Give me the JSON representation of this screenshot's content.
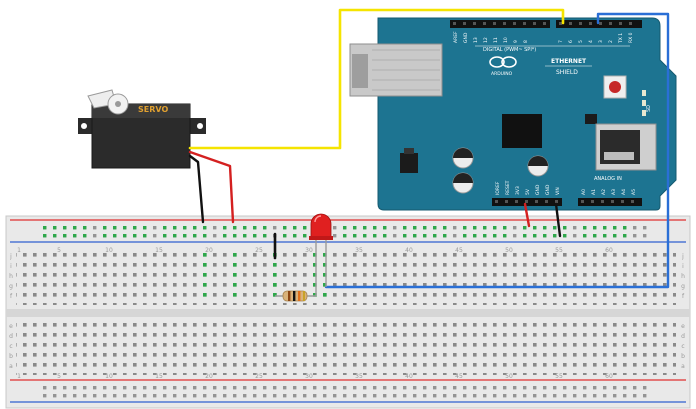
{
  "servo": {
    "label": "SERVO",
    "body_color": "#2b2b2b",
    "label_color": "#e0a030"
  },
  "shield": {
    "board_color": "#1d7491",
    "header_labels": {
      "aref": "AREF",
      "gnd": "GND",
      "digital": "DIGITAL (PWM~ SPI*)",
      "pins_top": [
        "13",
        "12",
        "11",
        "10",
        "9",
        "8",
        "7",
        "6",
        "5",
        "4",
        "3",
        "2",
        "TX 1",
        "RX 0"
      ],
      "analog": "ANALOG IN",
      "analog_pins": [
        "A0",
        "A1",
        "A2",
        "A3",
        "A4",
        "A5"
      ],
      "power_pins": [
        "IOREF",
        "RESET",
        "3V3",
        "5V",
        "GND",
        "GND",
        "VIN"
      ]
    },
    "logo_title": "ETHERNET",
    "logo_subtitle": "SHIELD",
    "logo_brand": "ARDUINO",
    "sd_label": "SD"
  },
  "led": {
    "color": "#e02020"
  },
  "resistor": {
    "body_color": "#d9b27a"
  },
  "breadboard": {
    "body_color": "#e9e9e9",
    "rail_red": "#e03030",
    "rail_blue": "#3060d0",
    "column_numbers": [
      "1",
      "5",
      "10",
      "15",
      "20",
      "25",
      "30",
      "35",
      "40",
      "45",
      "50",
      "55",
      "60"
    ],
    "row_letters_top": [
      "j",
      "i",
      "h",
      "g",
      "f"
    ],
    "row_letters_bottom": [
      "e",
      "d",
      "c",
      "b",
      "a"
    ]
  },
  "wires": {
    "signal": "#f5e400",
    "power": "#d42020",
    "ground": "#111111",
    "led_data": "#2a6fd6"
  }
}
